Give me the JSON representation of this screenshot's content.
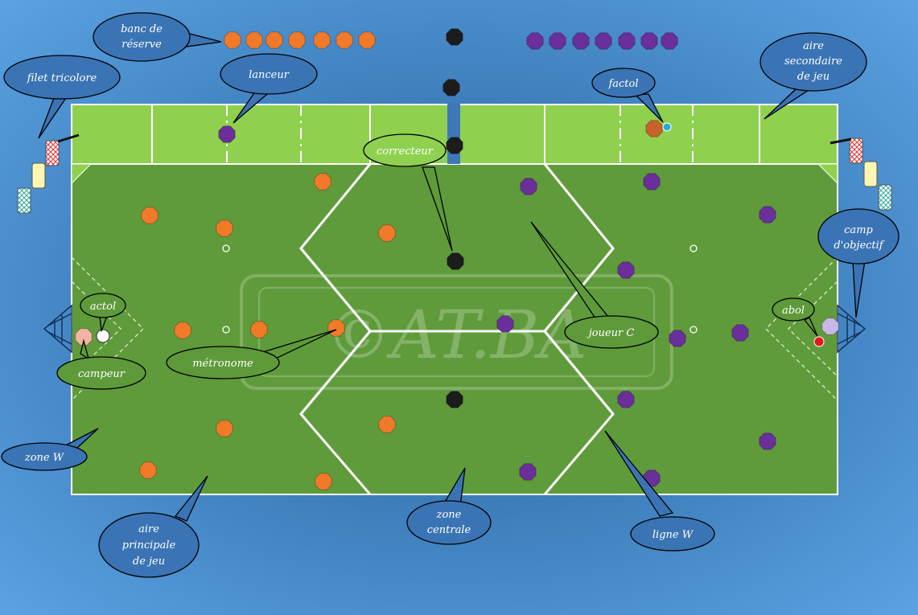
{
  "watermark": "©AT.BA",
  "colors": {
    "background_outer": "#4f96d8",
    "background_inner": "#2d6aa6",
    "main_field": "#5e9a3a",
    "secondary_field": "#8fd14f",
    "line": "#ffffff",
    "team_orange": "#f07a2a",
    "team_purple": "#6a2f9a",
    "neutral": "#1c1c1c"
  },
  "labels": {
    "banc_de_reserve": [
      "banc de",
      "réserve"
    ],
    "filet_tricolore": [
      "filet tricolore"
    ],
    "lanceur": [
      "lanceur"
    ],
    "correcteur": [
      "correcteur"
    ],
    "factol": [
      "factol"
    ],
    "aire_secondaire": [
      "aire",
      "secondaire",
      "de jeu"
    ],
    "camp_objectif": [
      "camp",
      "d'objectif"
    ],
    "actol": [
      "actol"
    ],
    "campeur": [
      "campeur"
    ],
    "metronome": [
      "métronome"
    ],
    "joueur_c": [
      "joueur C"
    ],
    "abol": [
      "abol"
    ],
    "zone_w": [
      "zone W"
    ],
    "aire_principale": [
      "aire",
      "principale",
      "de jeu"
    ],
    "zone_centrale": [
      "zone",
      "centrale"
    ],
    "ligne_w": [
      "ligne W"
    ]
  },
  "bench": {
    "orange_count": 7,
    "purple_count": 7
  }
}
